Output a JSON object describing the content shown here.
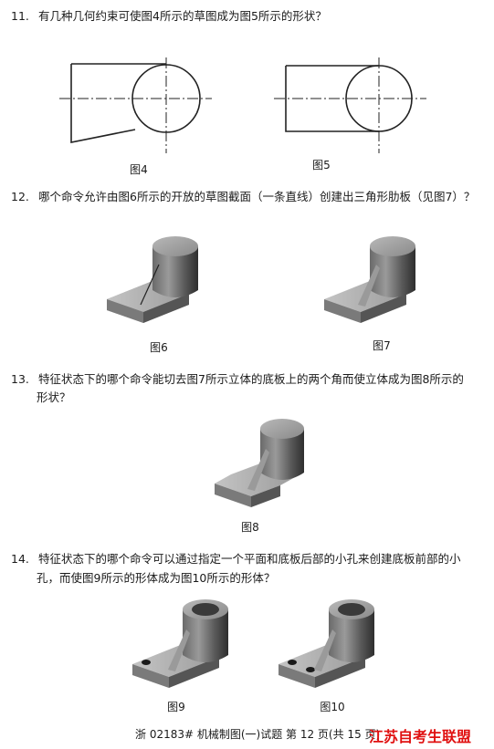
{
  "questions": [
    {
      "number": "11.",
      "text": "有几种几何约束可使图4所示的草图成为图5所示的形状？"
    },
    {
      "number": "12.",
      "text": "哪个命令允许由图6所示的开放的草图截面（一条直线）创建出三角形肋板（见图7）？"
    },
    {
      "number": "13.",
      "text": "特征状态下的哪个命令能切去图7所示立体的底板上的两个角而使立体成为图8所示的",
      "text2": "形状？"
    },
    {
      "number": "14.",
      "text": "特征状态下的哪个命令可以通过指定一个平面和底板后部的小孔来创建底板前部的小",
      "text2": "孔，而使图9所示的形体成为图10所示的形体？"
    }
  ],
  "captions": {
    "fig4": "图4",
    "fig5": "图5",
    "fig6": "图6",
    "fig7": "图7",
    "fig8": "图8",
    "fig9": "图9",
    "fig10": "图10"
  },
  "footer": "浙 02183# 机械制图(一)试题 第 12 页(共 15 页)",
  "watermark": "江苏自考生联盟"
}
